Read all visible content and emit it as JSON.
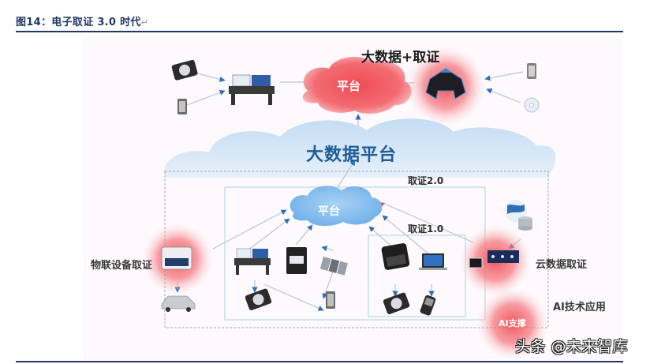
{
  "caption": {
    "label": "图14：电子取证 3.0 时代",
    "return_mark": "↵"
  },
  "diagram": {
    "title_top": "大数据+取证",
    "cloud_platform_top_red": "平台",
    "big_data_platform": "大数据平台",
    "forensics_2_label": "取证2.0",
    "forensics_1_label": "取证1.0",
    "cloud_platform_inner_blue": "平台",
    "iot_forensics_label": "物联设备取证",
    "cloud_data_forensics_label": "云数据取证",
    "ai_application_label": "AI技术应用",
    "ai_support_label": "AI支撑",
    "icons": {
      "top_left": [
        "hard-drive",
        "smartphone",
        "forensic-workstation"
      ],
      "top_right": [
        "vr-forensic-device",
        "smartphone",
        "optical-disc"
      ],
      "forensics_2": [
        "forensic-workstation",
        "portable-forensic-case",
        "write-blocker",
        "hard-drive",
        "smartphone"
      ],
      "forensics_1": [
        "forensic-tablet-case",
        "laptop",
        "hard-drive",
        "mobile-phone"
      ],
      "iot": [
        "iot-device",
        "car"
      ],
      "cloud": [
        "globe-database",
        "cloud-monitor"
      ]
    },
    "colors": {
      "red_glow": "#f0565a",
      "blue_cloud": "#8ec3ef",
      "big_cloud": "#d6e8f7",
      "platform_text_blue": "#1f5c99",
      "arrow_blue": "#2f6fb5",
      "arrow_red": "#e04a55"
    }
  },
  "watermark": "头条 @未来智库"
}
